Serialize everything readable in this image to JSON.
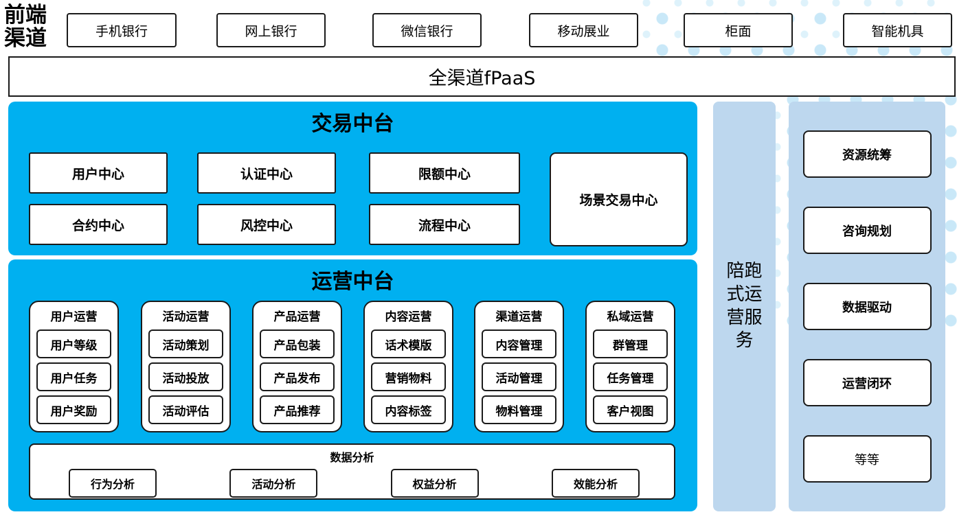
{
  "front_channels": {
    "label": "前端渠道",
    "items": [
      "手机银行",
      "网上银行",
      "微信银行",
      "移动展业",
      "柜面",
      "智能机具"
    ]
  },
  "fpaas": {
    "label": "全渠道fPaaS"
  },
  "trade_platform": {
    "title": "交易中台",
    "row1": [
      "用户中心",
      "认证中心",
      "限额中心"
    ],
    "row2": [
      "合约中心",
      "风控中心",
      "流程中心"
    ],
    "scenario_center": "场景交易中心"
  },
  "ops_platform": {
    "title": "运营中台",
    "columns": [
      {
        "title": "用户运营",
        "items": [
          "用户等级",
          "用户任务",
          "用户奖励"
        ]
      },
      {
        "title": "活动运营",
        "items": [
          "活动策划",
          "活动投放",
          "活动评估"
        ]
      },
      {
        "title": "产品运营",
        "items": [
          "产品包装",
          "产品发布",
          "产品推荐"
        ]
      },
      {
        "title": "内容运营",
        "items": [
          "话术模版",
          "营销物料",
          "内容标签"
        ]
      },
      {
        "title": "渠道运营",
        "items": [
          "内容管理",
          "活动管理",
          "物料管理"
        ]
      },
      {
        "title": "私域运营",
        "items": [
          "群管理",
          "任务管理",
          "客户视图"
        ]
      }
    ],
    "data_analysis": {
      "title": "数据分析",
      "items": [
        "行为分析",
        "活动分析",
        "权益分析",
        "效能分析"
      ]
    }
  },
  "accompany_service": {
    "label": "陪跑式运营服务"
  },
  "right_panel": {
    "items": [
      "资源统筹",
      "咨询规划",
      "数据驱动",
      "运营闭环",
      "等等"
    ]
  },
  "colors": {
    "platform_blue": "#00B0F0",
    "panel_light_blue": "#BDD7EE",
    "dot_blue": "#C9E8F8"
  }
}
